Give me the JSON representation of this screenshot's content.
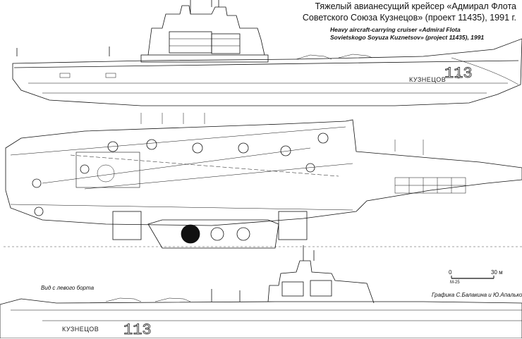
{
  "title_ru_line1": "Тяжелый авианесущий крейсер «Адмирал Флота",
  "title_ru_line2": "Советского Союза Кузнецов» (проект 11435), 1991 г.",
  "title_en_line1": "Heavy aircraft-carrying cruiser «Admiral Flota",
  "title_en_line2": "Sovietskogo Soyuza Kuznetsov» (project 11435), 1991",
  "side_label": "Вид с левого борта",
  "hull_name_starboard": "КУЗНЕЦОВ",
  "hull_name_port": "КУЗНЕЦОВ",
  "hull_number": "113",
  "scale": {
    "zero": "0",
    "end": "30 м",
    "code": "M-25"
  },
  "credit": "Графика С.Балакина и Ю.Апалькова",
  "colors": {
    "ink": "#111111",
    "paper": "#ffffff"
  }
}
